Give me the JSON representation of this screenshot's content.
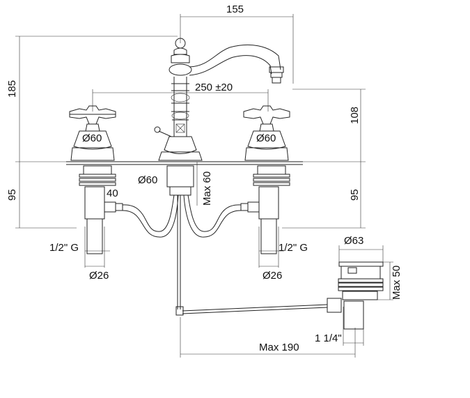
{
  "dimensions": {
    "top_width": "155",
    "total_height": "185",
    "spacing": "250 ±20",
    "spout_height": "108",
    "left_below": "95",
    "right_below": "95",
    "left_handle_dia": "Ø60",
    "right_handle_dia": "Ø60",
    "center_base_dia": "Ø60",
    "max_thickness": "Max 60",
    "left_offset": "40",
    "left_thread": "1/2\" G",
    "right_thread": "1/2\" G",
    "left_pipe_dia": "Ø26",
    "right_pipe_dia": "Ø26",
    "waste_dia": "Ø63",
    "waste_height": "Max 50",
    "waste_thread": "1 1/4\"",
    "rod_length": "Max 190"
  }
}
